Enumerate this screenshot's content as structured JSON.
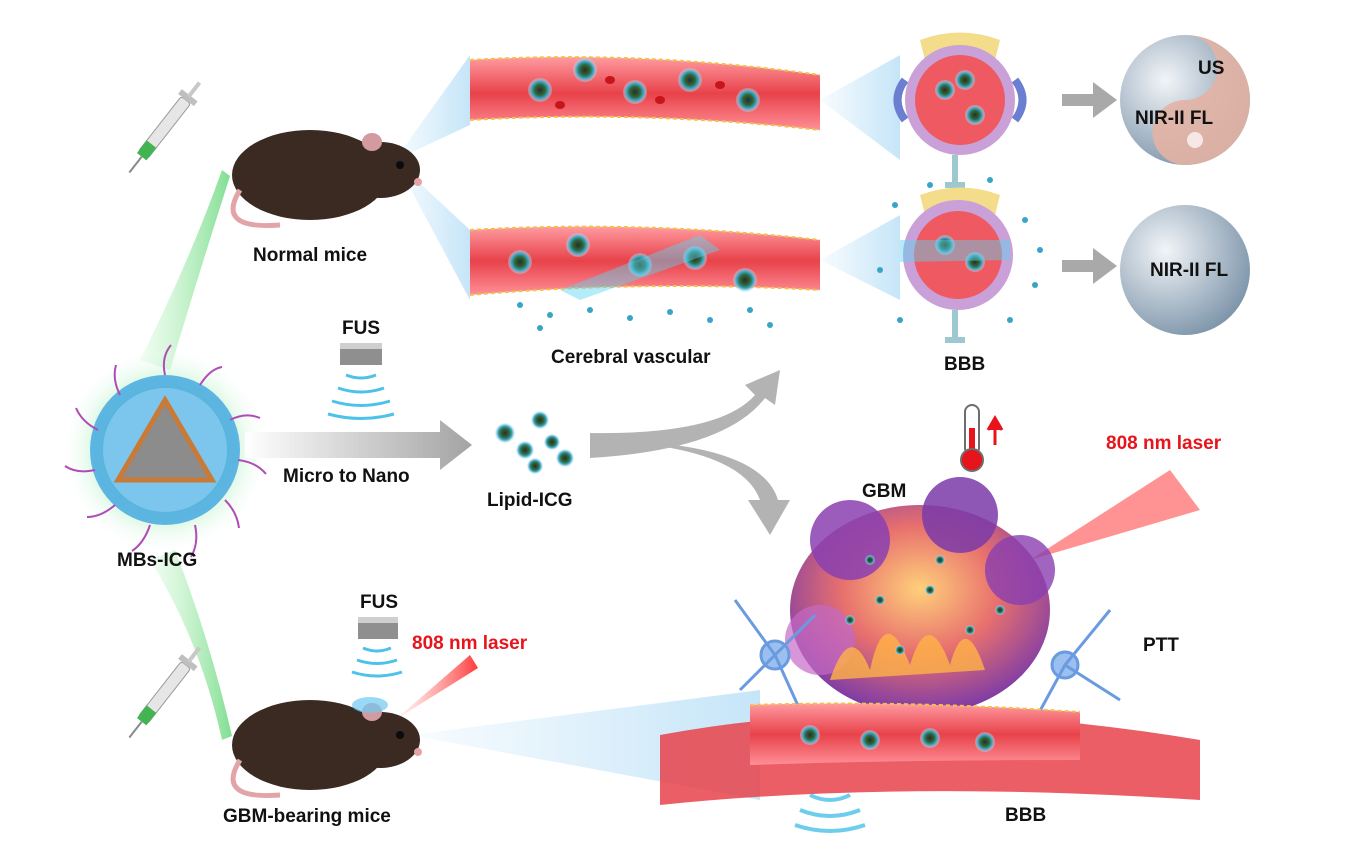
{
  "labels": {
    "normal_mice": "Normal mice",
    "gbm_mice": "GBM-bearing mice",
    "mbs_icg": "MBs-ICG",
    "fus_top": "FUS",
    "fus_bottom": "FUS",
    "micro_to_nano": "Micro to Nano",
    "lipid_icg": "Lipid-ICG",
    "cerebral_vascular": "Cerebral vascular",
    "bbb_top": "BBB",
    "bbb_bottom": "BBB",
    "us": "US",
    "nir_fl_1": "NIR-II FL",
    "nir_fl_2": "NIR-II FL",
    "gbm": "GBM",
    "laser_top": "808 nm laser",
    "laser_bottom": "808 nm laser",
    "ptt": "PTT"
  },
  "colors": {
    "laser_red": "#e8141b",
    "vessel_red": "#e8424a",
    "ultrasound_cyan": "#2fb8e6",
    "mouse_fur": "#3a2a22",
    "tumor_purple": "#8a3fb0",
    "arrow_gray": "#a8a8a8"
  }
}
